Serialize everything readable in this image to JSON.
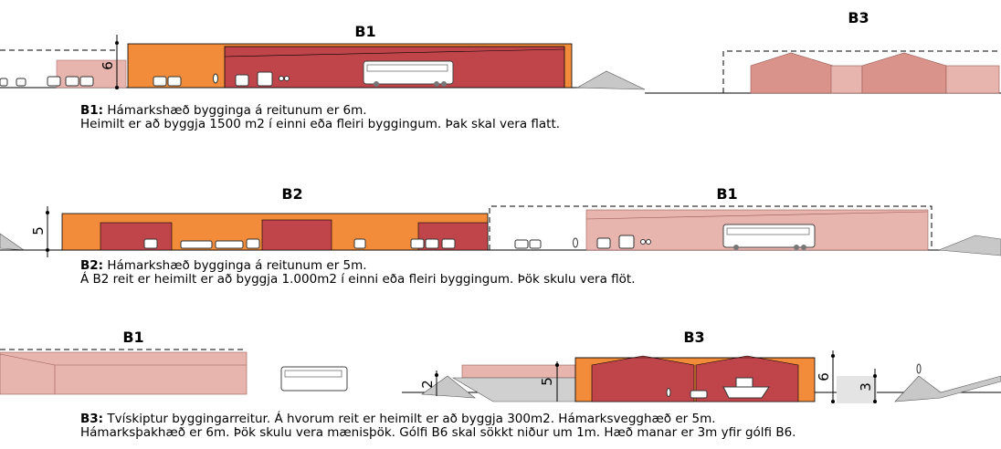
{
  "sections": [
    {
      "labels": {
        "b1": "B1",
        "b3": "B3"
      },
      "dimension": "6",
      "caption": {
        "code": "B1:",
        "line1": " Hámarkshæð bygginga á reitunum er 6m.",
        "line2": "Heimilt er að byggja 1500 m2 í einni eða fleiri byggingum.  Þak skal vera flatt."
      }
    },
    {
      "labels": {
        "b2": "B2",
        "b1": "B1"
      },
      "dimension": "5",
      "caption": {
        "code": "B2:",
        "line1": " Hámarkshæð bygginga á reitunum er 5m.",
        "line2": "Á B2 reit er heimilt er að byggja 1.000m2 í einni eða fleiri byggingum.  Þök skulu vera flöt."
      }
    },
    {
      "labels": {
        "b1": "B1",
        "b3": "B3"
      },
      "dimensions": {
        "left": "2",
        "mid": "5",
        "right6": "6",
        "right3": "3"
      },
      "caption": {
        "code": "B3:",
        "line1": " Tvískiptur byggingarreitur. Á hvorum reit er heimilt er að byggja 300m2. Hámarksvegghæð er 5m.",
        "line2": "Hámarksþakhæð er 6m. Þök skulu vera mænisþök.  Gólfi B6 skal sökkt niður um 1m.  Hæð manar er 3m yfir gólfi B6."
      }
    }
  ],
  "colors": {
    "orange": "#f28c3a",
    "red": "#c0454a",
    "pink": "#e8b4ae",
    "rose": "#d9938b",
    "hill": "#c8c8c8",
    "outline": "#000000"
  }
}
